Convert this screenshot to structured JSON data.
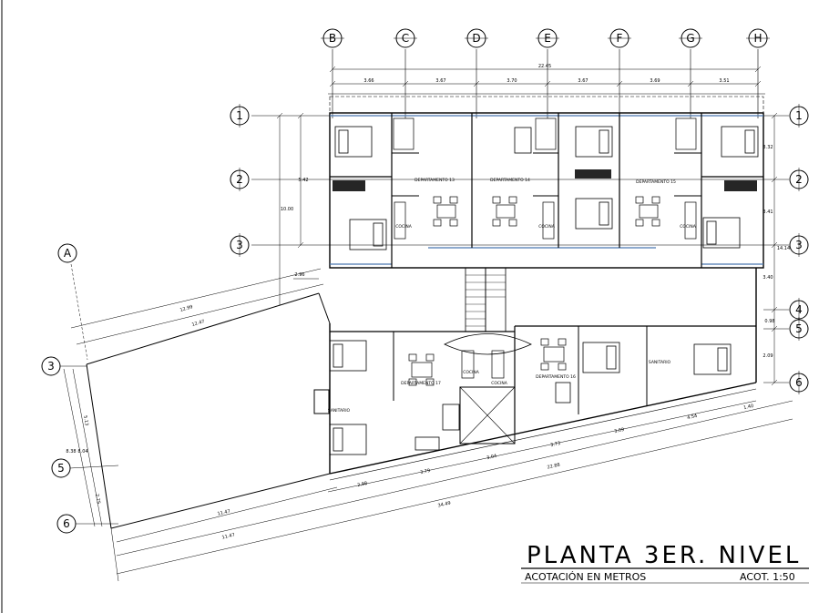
{
  "axes_top": [
    "B",
    "C",
    "D",
    "E",
    "F",
    "G",
    "H"
  ],
  "axes_left": [
    "1",
    "2",
    "3"
  ],
  "axes_right": [
    "1",
    "2",
    "3",
    "4",
    "5",
    "6"
  ],
  "axes_lower_left": [
    "A",
    "3",
    "5",
    "6"
  ],
  "dims_top_total": "22.45",
  "dims_top": [
    "3.66",
    "3.67",
    "3.70",
    "3.67",
    "3.69",
    "3.51"
  ],
  "dims_right": [
    "3.32",
    "3.41",
    "14.14",
    "3.40",
    "0.98",
    "2.09"
  ],
  "dims_left": [
    "10.00",
    "5.42",
    "2.96"
  ],
  "dims_lower_left": [
    "12.99",
    "12.47",
    "5.13",
    "8.38",
    "8.04",
    "2.75"
  ],
  "dims_bottom": [
    "2.98",
    "3.79",
    "3.04",
    "3.73",
    "3.09",
    "4.54",
    "1.40",
    "22.88",
    "11.47",
    "11.47",
    "34.49"
  ],
  "rooms": {
    "dept13": "DEPARTAMENTO 13",
    "dept14": "DEPARTAMENTO 14",
    "dept15": "DEPARTAMENTO 15",
    "dept16": "DEPARTAMENTO 16",
    "dept17": "DEPARTAMENTO 17",
    "cocina": "COCINA",
    "sanitario": "SANITARIO"
  },
  "title": {
    "main": "PLANTA 3ER. NIVEL",
    "units": "ACOTACIÓN EN METROS",
    "scale": "ACOT. 1:50"
  }
}
